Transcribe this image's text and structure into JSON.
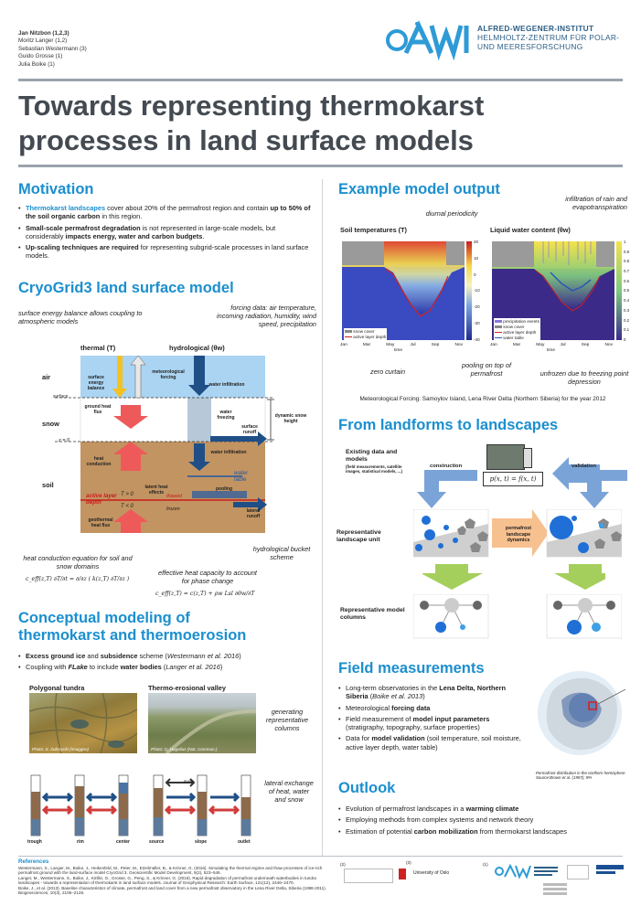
{
  "authors": [
    "Jan Nitzbon (1,2,3)",
    "Moritz Langer (1,2)",
    "Sebastian Westermann (3)",
    "Guido Grosse (1)",
    "Julia Boike (1)"
  ],
  "logo": {
    "l1": "ALFRED-WEGENER-INSTITUT",
    "l2": "HELMHOLTZ-ZENTRUM FÜR POLAR-",
    "l3": "UND MEERESFORSCHUNG"
  },
  "title": "Towards representing thermokarst processes in land surface models",
  "motivation": {
    "heading": "Motivation",
    "b1a": "Thermokarst landscapes",
    "b1b": " cover about 20% of the permafrost region and contain ",
    "b1c": "up to 50% of the soil organic carbon",
    "b1d": " in this region.",
    "b2a": "Small-scale permafrost degradation",
    "b2b": " is not represented in large-scale models, but considerably ",
    "b2c": "impacts energy, water and carbon budgets",
    "b2d": ".",
    "b3a": "Up-scaling techniques are required",
    "b3b": " for representing subgrid-scale processes in land surface models."
  },
  "cryogrid": {
    "heading": "CryoGrid3 land surface model",
    "ann_seb": "surface energy balance allows coupling to atmospheric models",
    "ann_forcing": "forcing data: air temperature, incoming radiation, humidity, wind speed, precipitation",
    "col_thermal": "thermal (T)",
    "col_hydro": "hydrological (θw)",
    "lab_air": "air",
    "lab_snow": "snow",
    "lab_soil": "soil",
    "lab_surface": "surface",
    "lab_z0": "z = 0",
    "seb": "surface energy balance",
    "met": "meteorological forcing",
    "water_inf": "water infiltration",
    "ground_flux": "ground heat flux",
    "water_freezing": "water freezing",
    "surface_runoff": "surface runoff",
    "dyn_snow": "dynamic snow height",
    "heat_cond": "heat conduction",
    "latent": "latent heat effects",
    "active_layer": "active layer depth",
    "T_gt0": "T > 0",
    "T_lt0": "T < 0",
    "thawed": "thawed",
    "frozen": "frozen",
    "geothermal": "geothermal heat flux",
    "water_table": "water table",
    "pooling": "pooling",
    "lateral_runoff": "lateral runoff",
    "water_inf2": "water infiltration",
    "ann_heatcond": "heat conduction equation for soil and snow domains",
    "ann_capacity": "effective heat capacity to account for phase change",
    "ann_bucket": "hydrological bucket scheme",
    "eq1": "c_eff(z,T) ∂T/∂t = ∂/∂z ( k(z,T) ∂T/∂z )",
    "eq2": "c_eff(z,T) = c(z,T) + ρw Lsl ∂θw/∂T"
  },
  "conceptual": {
    "heading1": "Conceptual modeling of",
    "heading2": "thermokarst and thermoerosion",
    "b1a": "Excess ground ice",
    "b1b": " and ",
    "b1c": "subsidence",
    "b1d": " scheme (",
    "b1e": "Westermann et al. 2016",
    "b1f": ")",
    "b2a": "Coupling with ",
    "b2b": "FLake",
    "b2c": " to include ",
    "b2d": "water bodies",
    "b2e": " (",
    "b2f": "Langer et al. 2016",
    "b2g": ")",
    "photo1_title": "Polygonal tundra",
    "photo1_credit": "Photo: S. Zubrzycki (Imaggeo)",
    "photo2_title": "Thermo-erosional valley",
    "photo2_credit": "Photo: G. Hugelius (Nat. Commun.)",
    "ann_tiles": "generating representative columns",
    "ann_lateral": "lateral exchange of heat, water and snow",
    "tiles1": [
      "trough",
      "rim",
      "center"
    ],
    "tiles2": [
      "source",
      "slope",
      "outlet"
    ],
    "snow_lab": "snow"
  },
  "example": {
    "heading": "Example model output",
    "ann_diurnal": "diurnal periodicity",
    "ann_infil": "infiltration of rain and evapotranspiration",
    "panel1": "Soil temperatures (T)",
    "panel2": "Liquid water content (θw)",
    "months": [
      "Jan",
      "Mar",
      "May",
      "Jul",
      "Sep",
      "Nov"
    ],
    "time_lab": "time",
    "leg1": [
      "snow cover",
      "active layer depth"
    ],
    "leg2": [
      "precipitation events",
      "snow cover",
      "active layer depth",
      "water table"
    ],
    "cbar1": [
      "20",
      "10",
      "0",
      "-10",
      "-20",
      "-30",
      "-40"
    ],
    "cbar2": [
      "1",
      "0.9",
      "0.8",
      "0.7",
      "0.6",
      "0.5",
      "0.4",
      "0.3",
      "0.2",
      "0.1",
      "0"
    ],
    "ann_zero": "zero curtain",
    "ann_pool": "pooling on top of permafrost",
    "ann_unfrozen": "unfrozen due to freezing point depression",
    "forcing_note": "Meteorological Forcing: Samoylov Island, Lena River Delta (Northern Siberia) for the year 2012"
  },
  "landforms": {
    "heading": "From landforms to landscapes",
    "existing": "Existing data and models",
    "existing_sub": "(field measurements, satellite images, statistical models, ...)",
    "construction": "construction",
    "validation": "validation",
    "formula": "p(x, t) = f(x, t)",
    "rep_unit": "Representative landscape unit",
    "dynamics": "permafrost landscape dynamics",
    "rep_cols": "Representative model columns"
  },
  "field": {
    "heading": "Field measurements",
    "b1a": "Long-term observatories in the ",
    "b1b": "Lena Delta, Northern Siberia",
    "b1c": " (",
    "b1d": "Boike et al. 2013",
    "b1e": ")",
    "b2a": "Meteorological ",
    "b2b": "forcing data",
    "b3a": "Field measurement of ",
    "b3b": "model input parameters",
    "b3c": " (stratigraphy, topography, surface properties)",
    "b4a": "Data for ",
    "b4b": "model validation",
    "b4c": " (soil temperature, soil moisture, active layer depth, water table)",
    "map_cap1": "Permafrost distribution in the northern hemisphere",
    "map_cap2": "Source:Brown et al. (1997); IPA"
  },
  "outlook": {
    "heading": "Outlook",
    "b1a": "Evolution of permafrost landscapes in a ",
    "b1b": "warming climate",
    "b2": "Employing methods from complex systems and network theory",
    "b3a": "Estimation of potential ",
    "b3b": "carbon mobilization",
    "b3c": " from thermokarst landscapes"
  },
  "references": {
    "heading": "References",
    "r1": "Westermann, S., Langer, M., Boike, J., Heikenfeld, M., Peter, M., Etzelmüller, B., & Krinner, G. (2016). Simulating the thermal regime and thaw processes of ice-rich permafrost ground with the land-surface model CryoGrid 3. Geoscientific Model Development, 9(2), 523–546.",
    "r2": "Langer, M., Westermann, S., Boike, J., Kirillin, G., Grosse, G., Peng, S., & Krinner, G. (2016). Rapid degradation of permafrost underneath waterbodies in tundra landscapes - towards a representation of thermokarst in land surface models. Journal of Geophysical Research: Earth Surface, 121(12), 2446–2470.",
    "r3": "Boike, J., et al. (2013). Baseline characteristics of climate, permafrost and land cover from a new permafrost observatory in the Lena River Delta, Siberia (1998-2011). Biogeosciences, 10(3), 2105–2128."
  },
  "footer": {
    "uio": "University of Oslo",
    "n2": "(2)",
    "n3": "(3)",
    "n1": "(1)"
  },
  "colors": {
    "accent": "#1b8fcf",
    "title": "#444a51",
    "annot": "#8b1a1a"
  }
}
